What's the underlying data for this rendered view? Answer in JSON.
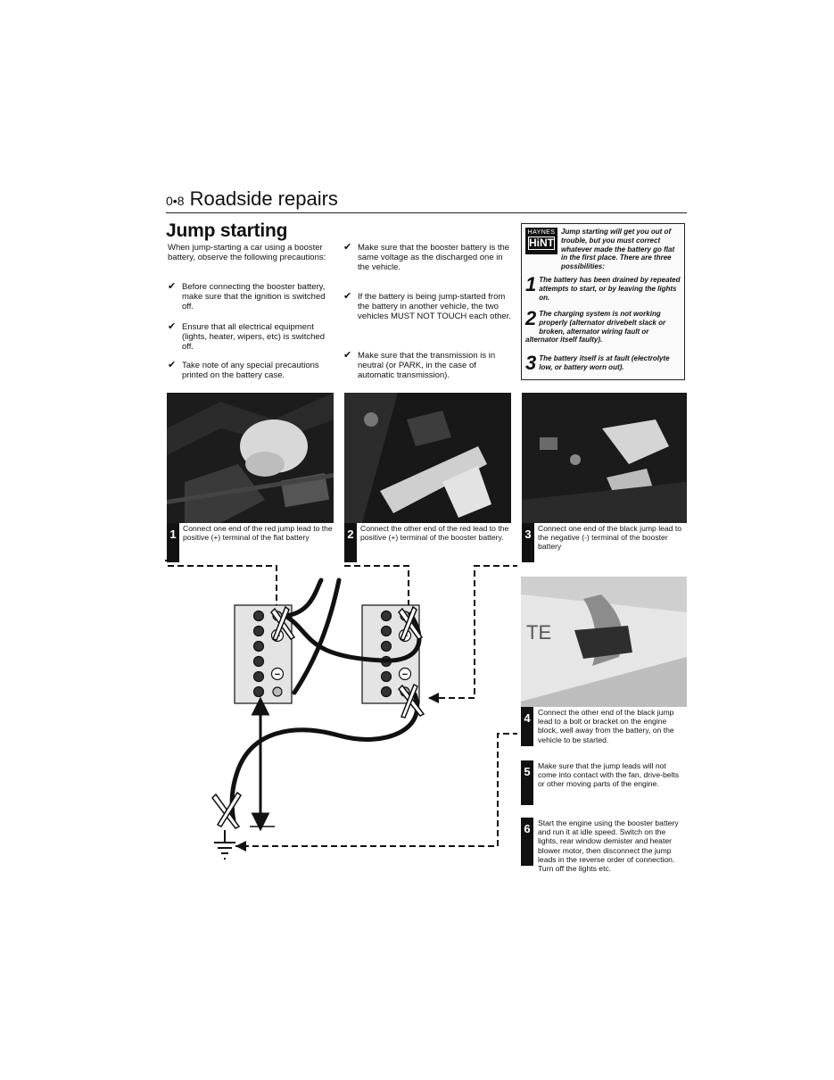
{
  "header": {
    "page_number": "0•8",
    "section_title": "Roadside repairs"
  },
  "article": {
    "title": "Jump starting",
    "intro": "When jump-starting a car using a booster battery, observe the following precautions:",
    "checkmark_glyph": "✔",
    "precautions_left": [
      "Before connecting the booster battery, make sure that the ignition is switched off.",
      "Ensure that all electrical equipment (lights, heater, wipers, etc) is switched off.",
      "Take note of any special precautions printed on the battery case."
    ],
    "precautions_right": [
      "Make sure that the booster battery is the same voltage as the discharged one in the vehicle.",
      "If the battery is being jump-started from the battery in another vehicle, the two vehicles MUST NOT TOUCH each other.",
      "Make sure that the transmission is in neutral (or PARK, in the case of automatic transmission)."
    ]
  },
  "hint_box": {
    "logo_top": "HAYNES",
    "logo_bottom": "HiNT",
    "intro": "Jump starting will get you out of trouble, but you must correct whatever made the battery go flat in the first place. There are three possibilities:",
    "items": [
      {
        "num": "1",
        "text": "The battery has been drained by repeated attempts to start, or by leaving the lights on."
      },
      {
        "num": "2",
        "text": "The charging system is not working properly (alternator drivebelt slack or broken, alternator wiring fault or alternator itself faulty)."
      },
      {
        "num": "3",
        "text": "The battery itself is at fault (electrolyte low, or battery worn out)."
      }
    ]
  },
  "steps": [
    {
      "num": "1",
      "text": "Connect one end of the red jump lead to the positive (+) terminal of the flat battery"
    },
    {
      "num": "2",
      "text": "Connect the other end of the red lead to the positive (+) terminal of the booster battery."
    },
    {
      "num": "3",
      "text": "Connect one end of the black jump lead to the negative (-) terminal of the booster battery"
    },
    {
      "num": "4",
      "text": "Connect the other end of the black jump lead to a bolt or bracket on the engine block, well away from the battery, on the vehicle to be started."
    },
    {
      "num": "5",
      "text": "Make sure that the jump leads will not come into contact with the fan, drive-belts or other moving parts of the engine."
    },
    {
      "num": "6",
      "text": "Start the engine using the booster battery and run it at idle speed. Switch on the lights, rear window demister and heater blower motor, then disconnect the jump leads in the reverse order of connection. Turn off the lights etc."
    }
  ],
  "diagram": {
    "positive_symbol": "+",
    "negative_symbol": "−"
  }
}
